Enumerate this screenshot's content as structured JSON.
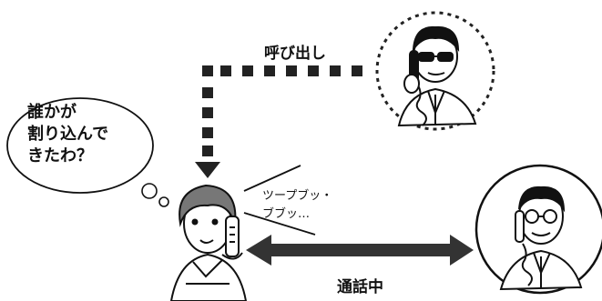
{
  "labels": {
    "call": "呼び出し",
    "bubble": "誰かが\n割り込んで\nきたわ？",
    "sound": "ツープブッ・\nブブッ…",
    "talking": "通話中"
  },
  "colors": {
    "line": "#111111",
    "dotted_square": "#222222",
    "arrow": "#333333"
  },
  "icons": {
    "caller": "man-with-sunglasses-on-phone-icon",
    "woman": "woman-on-cordless-phone-icon",
    "partner": "man-with-glasses-on-phone-icon"
  }
}
